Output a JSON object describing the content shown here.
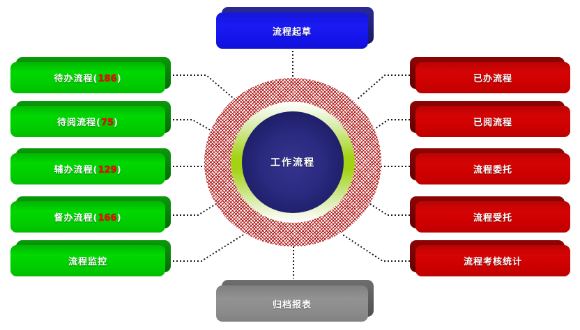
{
  "center": {
    "label": "工作流程"
  },
  "top_button": {
    "label": "流程起草"
  },
  "bottom_button": {
    "label": "归档报表"
  },
  "punct": {
    "open": "(",
    "close": ")"
  },
  "left_buttons": [
    {
      "label": "待办流程",
      "count": "186"
    },
    {
      "label": "待阅流程",
      "count": "75"
    },
    {
      "label": "辅办流程",
      "count": "129"
    },
    {
      "label": "督办流程",
      "count": "166"
    },
    {
      "label": "流程监控"
    }
  ],
  "right_buttons": [
    {
      "label": "已办流程"
    },
    {
      "label": "已阅流程"
    },
    {
      "label": "流程委托"
    },
    {
      "label": "流程受托"
    },
    {
      "label": "流程考核统计"
    }
  ],
  "colors": {
    "left_button_green": "#00cc00",
    "right_button_red": "#cc0000",
    "top_button_blue": "#1515ee",
    "bottom_button_gray": "#8b8b8b",
    "count_text_red": "#ff0000",
    "center_circle_navy": "#23237a",
    "ring_green": "#a3d313",
    "ring_pattern_red": "#ac0a0a",
    "connector_black": "#141414",
    "label_text": "#ffffff"
  }
}
